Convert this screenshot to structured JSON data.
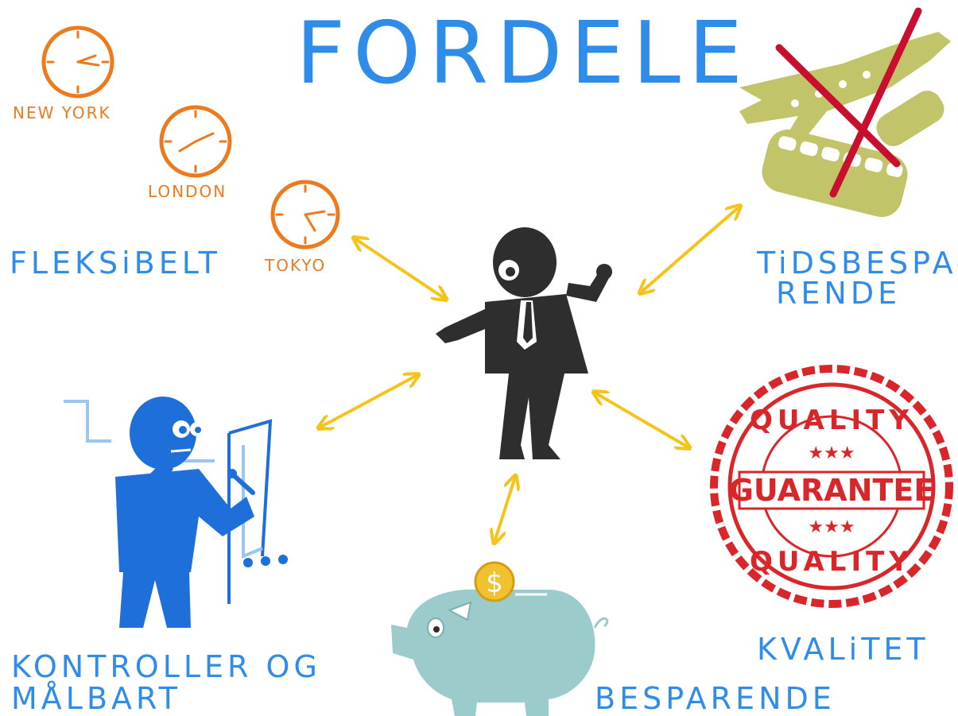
{
  "title": "FORDELE",
  "clocks": [
    {
      "label": "NEW YORK"
    },
    {
      "label": "LONDON"
    },
    {
      "label": "TOKYO"
    }
  ],
  "labels": {
    "flexible": "FLEKSiBELT",
    "time_saving_line1": "TiDSBESPA-",
    "time_saving_line2": "RENDE",
    "control_line1": "KONTROLLER OG",
    "control_line2": "MÅLBART",
    "saving": "BESPARENDE",
    "quality": "KVALiTET"
  },
  "stamp": {
    "top_text": "QUALITY",
    "center_text": "GUARANTEE",
    "bottom_text": "QUALITY",
    "stars": "★★★"
  },
  "coin_symbol": "$",
  "colors": {
    "text_blue": "#2f8ce8",
    "clock_orange": "#ee7a1e",
    "arrow_yellow": "#f5c31a",
    "vehicle_olive": "#c2c46a",
    "cross_red": "#c8102e",
    "stamp_red": "#d8262b",
    "pig_teal": "#9ccbcb",
    "coin_gold": "#f2c12e",
    "blue_figure": "#1e6fd9",
    "businessman": "#2e2e2e"
  }
}
